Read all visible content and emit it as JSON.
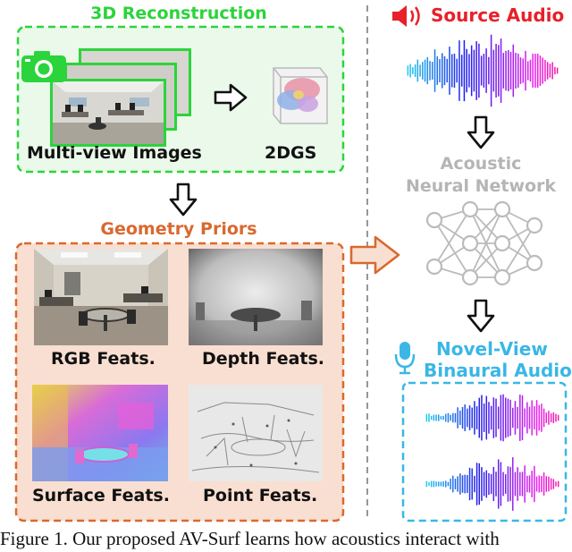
{
  "recon": {
    "title": "3D Reconstruction",
    "images_label": "Multi-view Images",
    "model_label": "2DGS"
  },
  "priors": {
    "title": "Geometry Priors",
    "rgb": "RGB Feats.",
    "depth": "Depth Feats.",
    "surface": "Surface Feats.",
    "point": "Point Feats."
  },
  "audio": {
    "source": "Source Audio",
    "network_line1": "Acoustic",
    "network_line2": "Neural Network",
    "novel_line1": "Novel-View",
    "novel_line2": "Binaural Audio"
  },
  "caption": "Figure 1. Our proposed AV-Surf learns how acoustics interact with",
  "colors": {
    "green": "#2bd43b",
    "orange": "#d9692e",
    "red": "#e8202a",
    "cyan": "#39b7e6",
    "gray": "#b5b5b5"
  }
}
